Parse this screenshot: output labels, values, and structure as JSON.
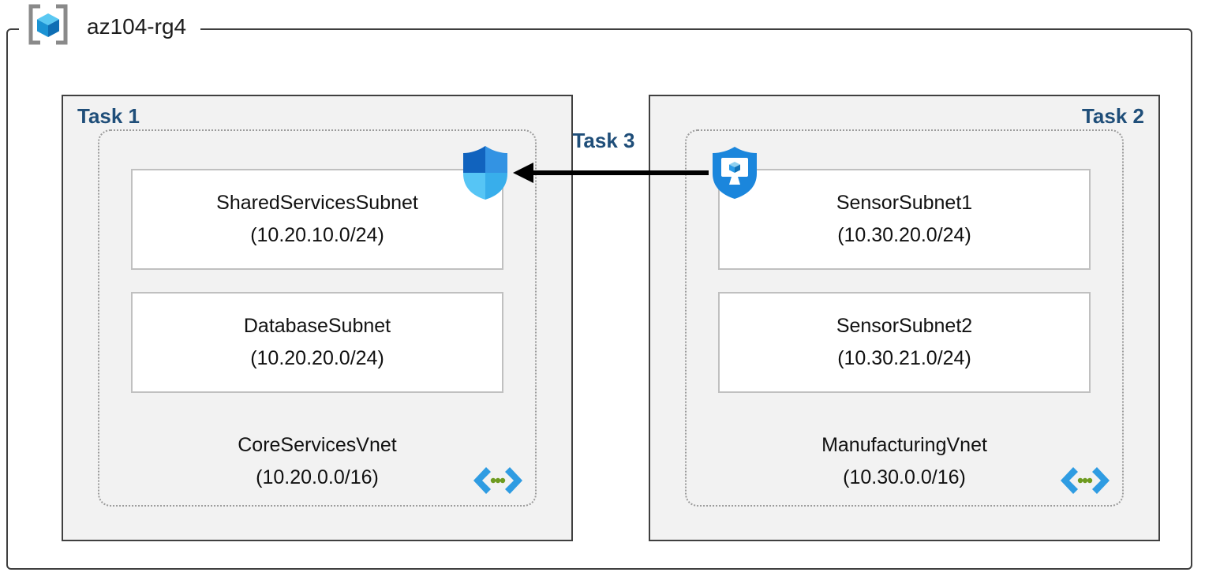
{
  "resource_group": {
    "label": "az104-rg4"
  },
  "tasks": {
    "task1": {
      "label": "Task 1",
      "vnet": {
        "name": "CoreServicesVnet",
        "cidr": "(10.20.0.0/16)",
        "subnets": [
          {
            "name": "SharedServicesSubnet",
            "cidr": "(10.20.10.0/24)"
          },
          {
            "name": "DatabaseSubnet",
            "cidr": "(10.20.20.0/24)"
          }
        ]
      }
    },
    "task2": {
      "label": "Task 2",
      "vnet": {
        "name": "ManufacturingVnet",
        "cidr": "(10.30.0.0/16)",
        "subnets": [
          {
            "name": "SensorSubnet1",
            "cidr": "(10.30.20.0/24)"
          },
          {
            "name": "SensorSubnet2",
            "cidr": "(10.30.21.0/24)"
          }
        ]
      }
    },
    "task3": {
      "label": "Task 3"
    }
  },
  "icons": {
    "resource_group": "resource-group-icon",
    "shield": "defender-shield-icon",
    "device_monitor": "monitor-shield-icon",
    "virtual_network": "virtual-network-icon",
    "arrow": "task3-arrow"
  },
  "colors": {
    "task_label": "#1f4e79",
    "panel_fill": "#f2f2f2",
    "panel_border": "#404040",
    "dotted_border": "#9b9b9b",
    "subnet_border": "#c0c0c0",
    "arrow": "#000000",
    "azure_blue": "#2f9ce2",
    "green_dot": "#6e9b20"
  }
}
